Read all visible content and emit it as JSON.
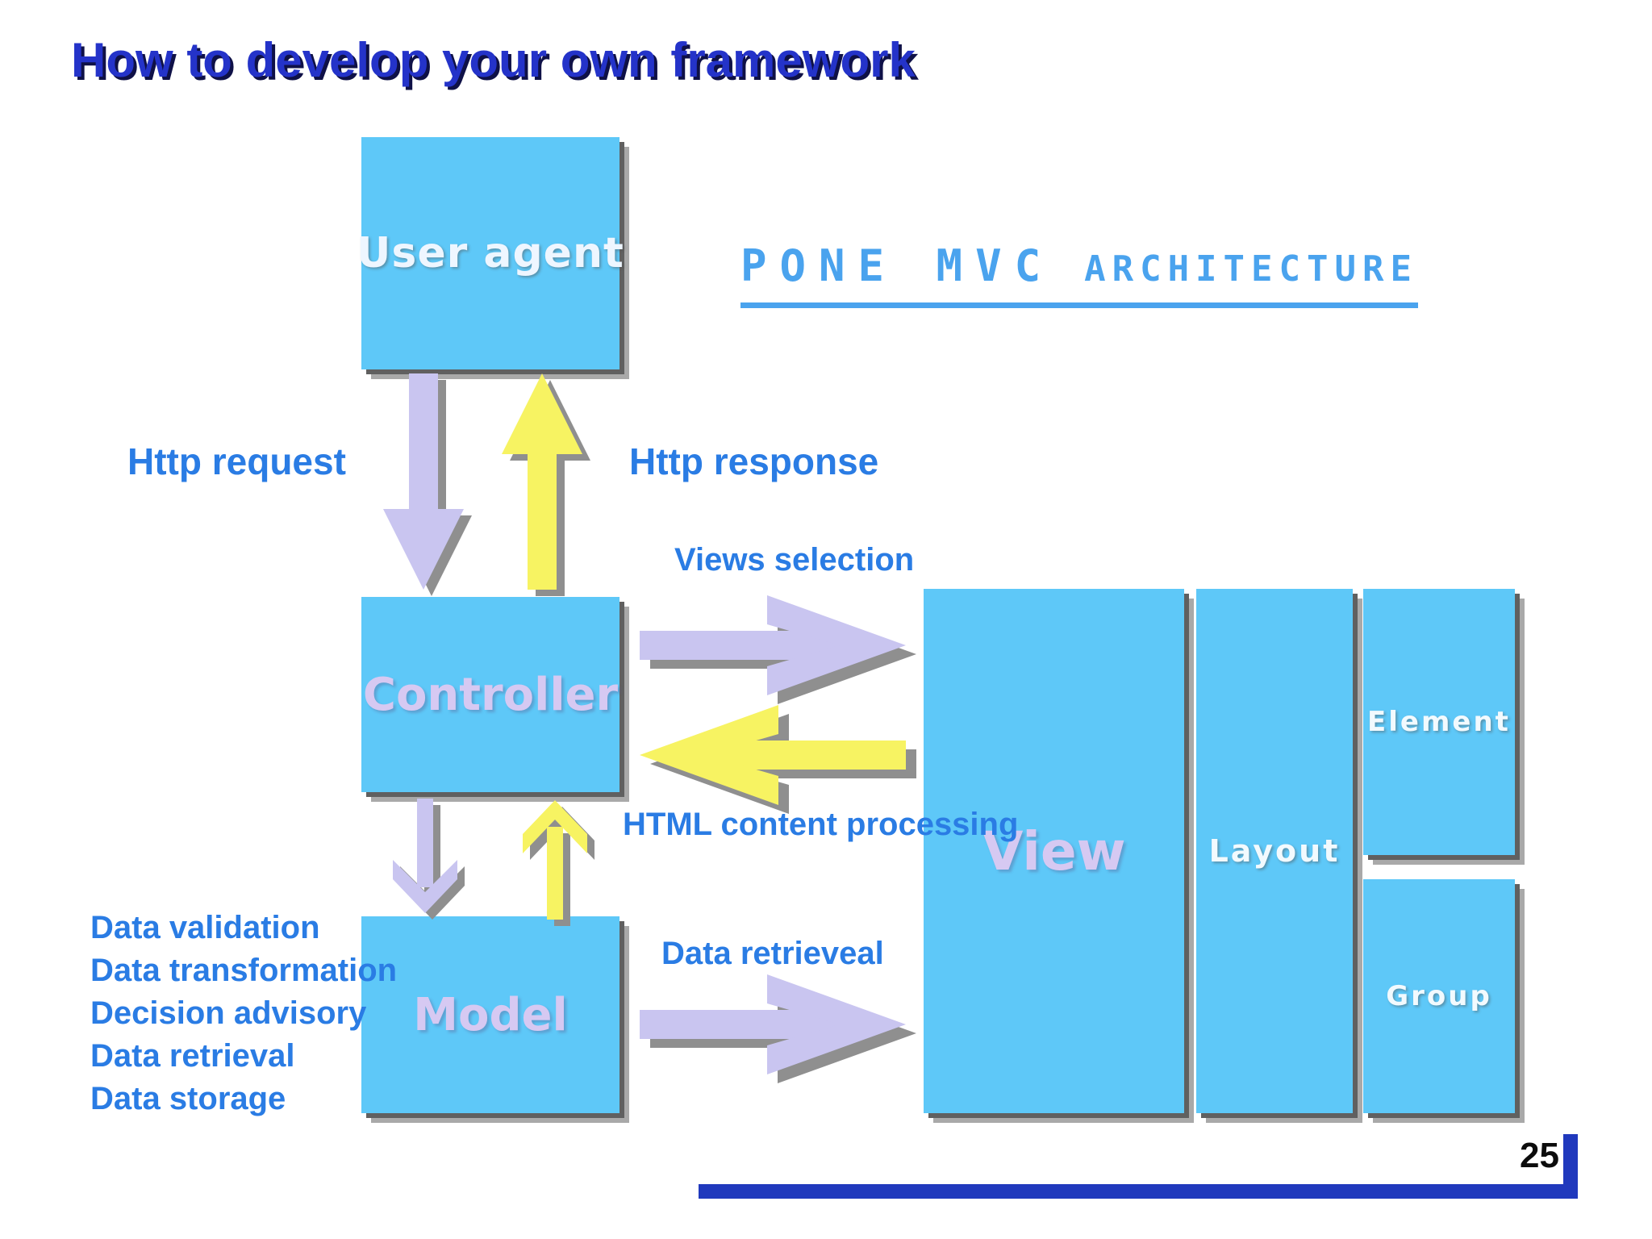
{
  "slide": {
    "title": "How to develop your own framework",
    "page_number": "25"
  },
  "diagram": {
    "heading": {
      "part1": "PONE MVC",
      "part2": "ARCHITECTURE"
    },
    "boxes": {
      "user_agent": "User agent",
      "controller": "Controller",
      "model": "Model",
      "view": "View",
      "layout": "Layout",
      "element": "Element",
      "group": "Group"
    },
    "arrow_labels": {
      "http_request": "Http request",
      "http_response": "Http response",
      "views_selection": "Views selection",
      "html_content_processing": "HTML content processing",
      "data_retrieval": "Data retrieveal"
    },
    "model_functions": [
      "Data validation",
      "Data transformation",
      "Decision advisory",
      "Data retrieval",
      "Data storage"
    ],
    "arrows": [
      "http-request-down-arrow",
      "http-response-up-arrow",
      "views-selection-right-arrow",
      "html-content-processing-left-arrow",
      "controller-to-model-down-arrow",
      "model-to-controller-up-arrow",
      "data-retrieval-right-arrow"
    ],
    "colors": {
      "box_fill": "#5ec8f8",
      "box_label_lavender": "#d6c9f2",
      "box_label_white": "#f2fafe",
      "arrow_lavender": "#c9c5f0",
      "arrow_yellow": "#f7f362",
      "arrow_shadow_gray": "#8f8f8f",
      "label_blue": "#2a7ce4",
      "heading_blue": "#4aa3ee",
      "title_blue": "#2433c9",
      "title_shadow": "#0f1147",
      "footer_line_blue": "#2039bd",
      "page_number_black": "#0c0c0c"
    }
  }
}
